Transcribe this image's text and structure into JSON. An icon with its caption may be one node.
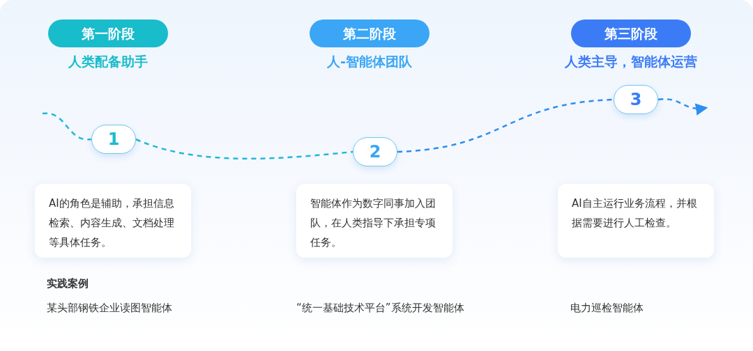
{
  "diagram": {
    "nodes": [
      {
        "text": [
          "第一阶段",
          "人类配备助手"
        ]
      },
      {
        "text": [
          "第二阶段",
          "人-智能体团队"
        ]
      },
      {
        "text": [
          "第三阶段",
          "人类主导，智能体运营"
        ]
      },
      {
        "text": [
          "1"
        ]
      },
      {
        "text": [
          "2"
        ]
      },
      {
        "text": [
          "3"
        ]
      },
      {
        "text": [
          "AI的角色是辅助，承担信息检索、内容生成、文档处理等具体任务。"
        ]
      },
      {
        "text": [
          "智能体作为数字同事加入团队，在人类指导下承担专项任务。"
        ]
      },
      {
        "text": [
          "AI自主运行业务流程，并根据需要进行人工检查。"
        ]
      }
    ],
    "edges": [
      {
        "from": null,
        "to": 3,
        "arrow": "none",
        "style": "dashed"
      },
      {
        "from": 3,
        "to": 4,
        "arrow": "none",
        "style": "dashed"
      },
      {
        "from": 4,
        "to": 5,
        "arrow": "none",
        "style": "dashed"
      },
      {
        "from": 5,
        "to": null,
        "arrow": "to",
        "style": "dashed"
      }
    ],
    "labels": [
      "实践案例",
      "某头部钢铁企业读图智能体",
      "“统一基础技术平台”系统开发智能体",
      "电力巡检智能体"
    ]
  }
}
